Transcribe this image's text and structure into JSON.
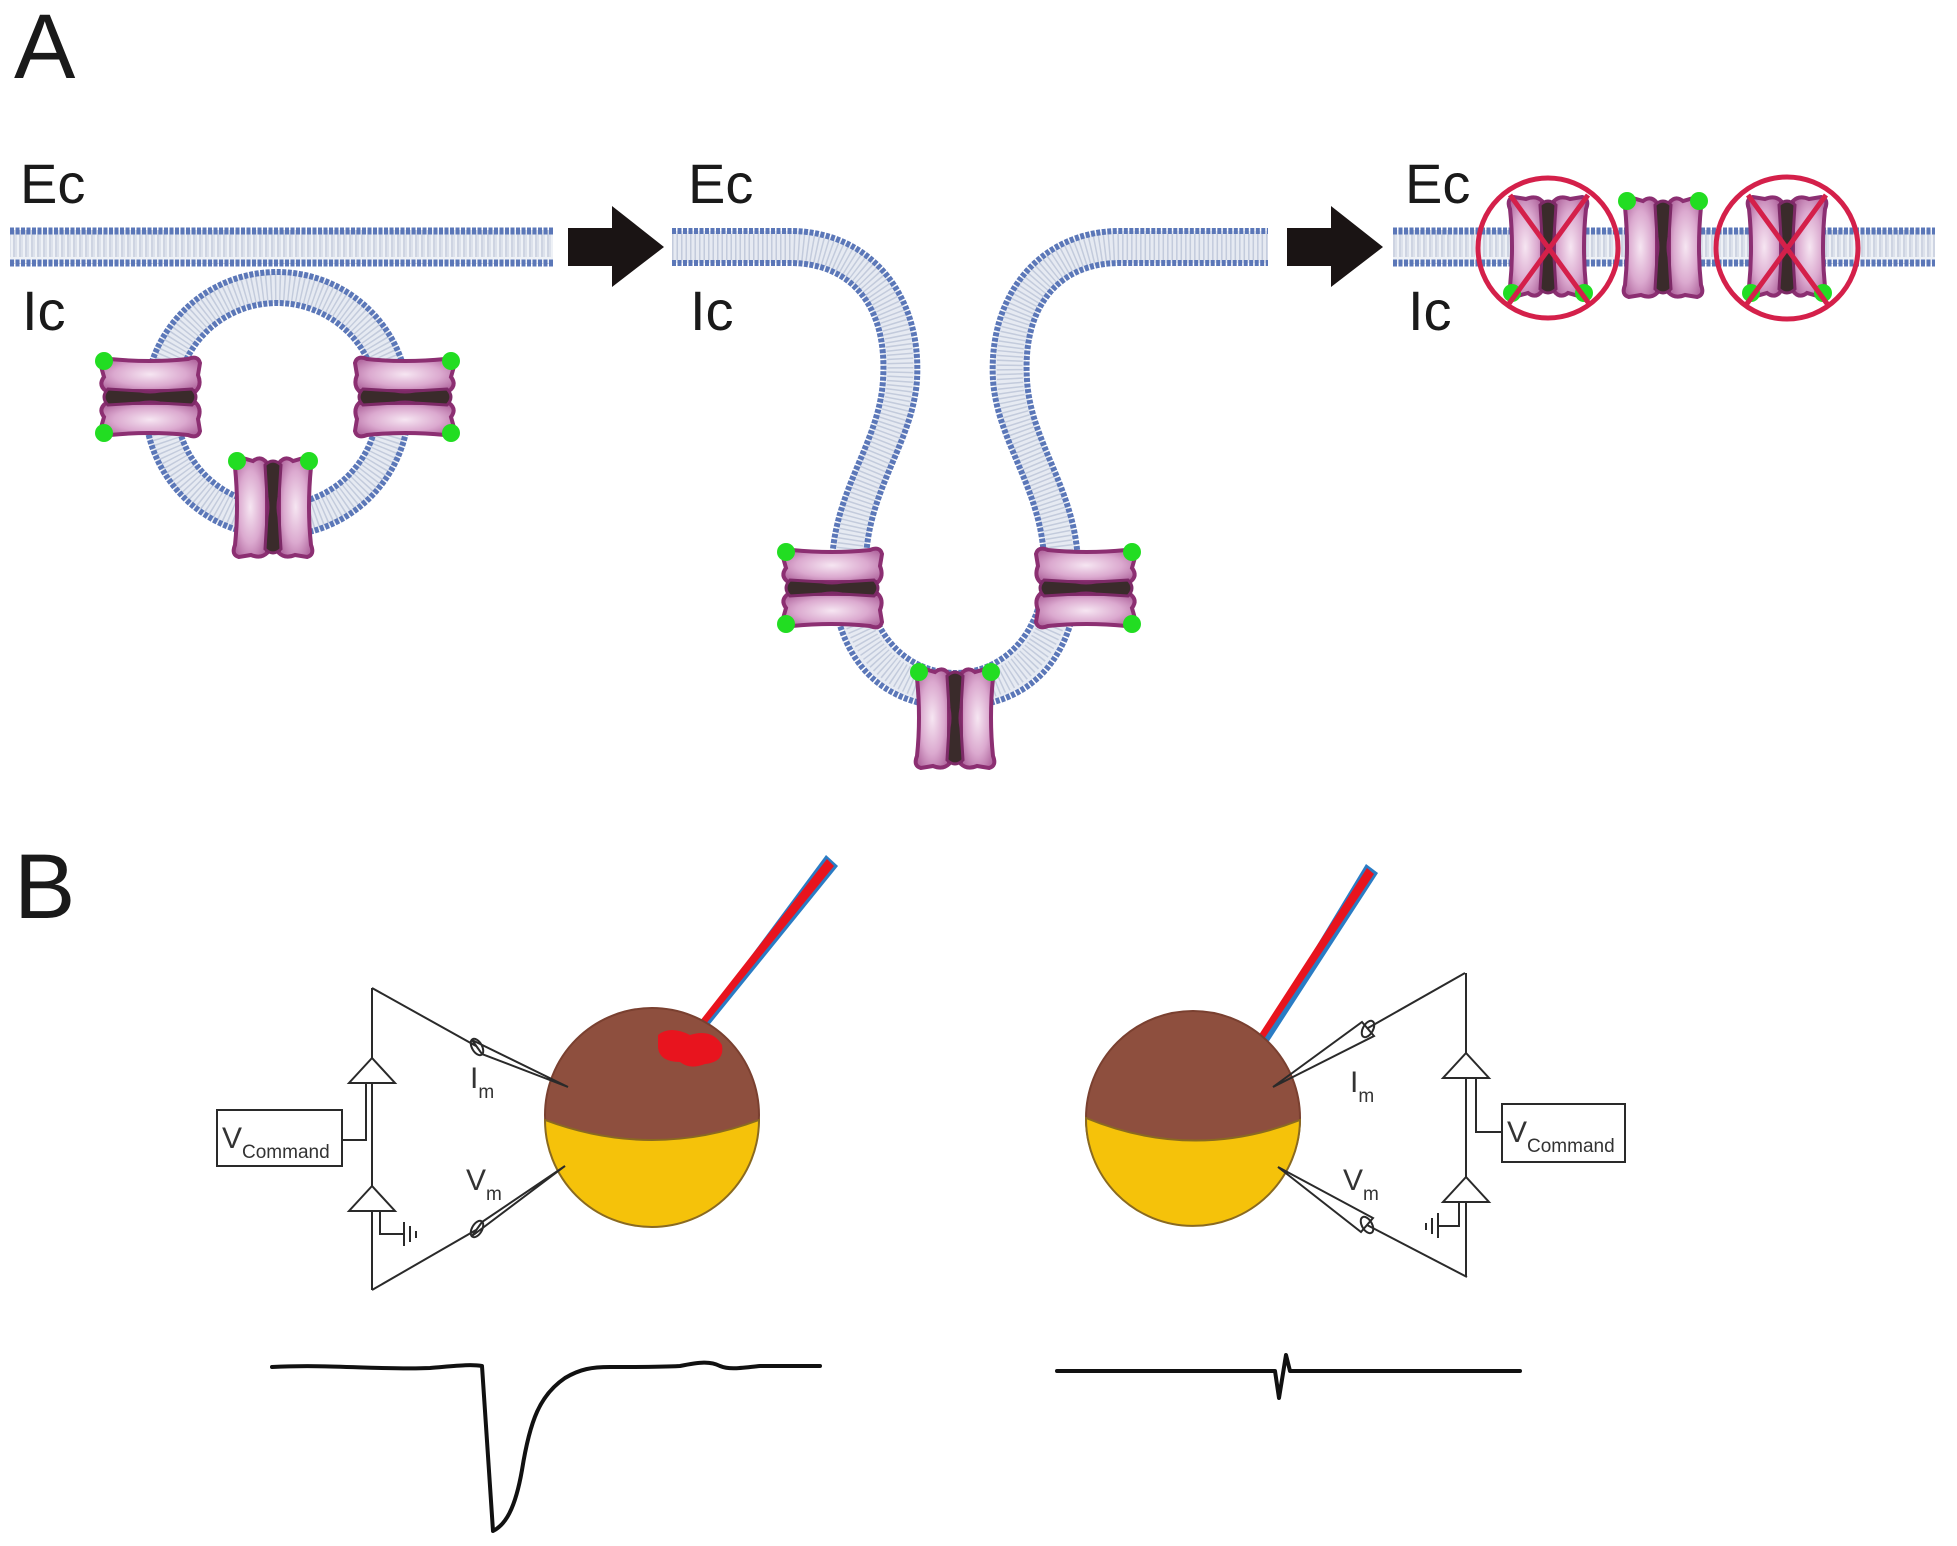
{
  "figure": {
    "panel_a": {
      "letter": "A",
      "stages": [
        {
          "name": "vesicle-docked",
          "ec_label": "Ec",
          "ic_label": "Ic",
          "channel_count": 3
        },
        {
          "name": "vesicle-fusing",
          "ec_label": "Ec",
          "ic_label": "Ic",
          "channel_count": 3
        },
        {
          "name": "channels-in-membrane",
          "ec_label": "Ec",
          "ic_label": "Ic",
          "channel_count": 3,
          "blocked_channels": 2
        }
      ],
      "arrow_icon": "right-arrow",
      "blocked_icon": "prohibited-circle-x"
    },
    "panel_b": {
      "letter": "B",
      "left_setup": {
        "current_label": "I",
        "current_sub": "m",
        "voltage_label": "V",
        "voltage_sub": "m",
        "command_label": "V",
        "command_sub": "Command",
        "ejection": true
      },
      "right_setup": {
        "current_label": "I",
        "current_sub": "m",
        "voltage_label": "V",
        "voltage_sub": "m",
        "command_label": "V",
        "command_sub": "Command",
        "ejection": false
      },
      "traces": {
        "left": "large inward current",
        "right": "artifact only"
      }
    },
    "colors": {
      "membrane_head": "#5b77b8",
      "membrane_tail": "#dfe5ee",
      "channel_fill": "#d9a9cf",
      "channel_edge": "#8c2f72",
      "channel_pore": "#3a2b2b",
      "channel_tag": "#22dd22",
      "block_mark": "#d4204a",
      "cell_animal": "#8e4f3e",
      "cell_vegetal": "#f5c20a",
      "injection": "#e8141e",
      "pipette_outline": "#2a7cc4",
      "arrow": "#1a1414"
    }
  }
}
